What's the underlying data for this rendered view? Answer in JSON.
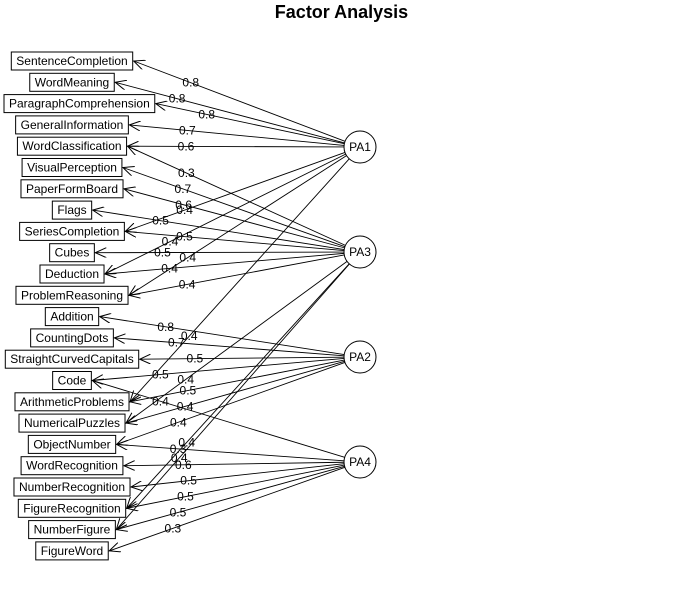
{
  "title": "Factor Analysis",
  "factors": [
    "PA1",
    "PA3",
    "PA2",
    "PA4"
  ],
  "variables": [
    "SentenceCompletion",
    "WordMeaning",
    "ParagraphComprehension",
    "GeneralInformation",
    "WordClassification",
    "VisualPerception",
    "PaperFormBoard",
    "Flags",
    "SeriesCompletion",
    "Cubes",
    "Deduction",
    "ProblemReasoning",
    "Addition",
    "CountingDots",
    "StraightCurvedCapitals",
    "Code",
    "ArithmeticProblems",
    "NumericalPuzzles",
    "ObjectNumber",
    "WordRecognition",
    "NumberRecognition",
    "FigureRecognition",
    "NumberFigure",
    "FigureWord"
  ],
  "loadings": [
    {
      "factor": "PA1",
      "variable": "SentenceCompletion",
      "value": "0.8"
    },
    {
      "factor": "PA1",
      "variable": "WordMeaning",
      "value": "0.8"
    },
    {
      "factor": "PA1",
      "variable": "ParagraphComprehension",
      "value": "0.8"
    },
    {
      "factor": "PA1",
      "variable": "GeneralInformation",
      "value": "0.7"
    },
    {
      "factor": "PA1",
      "variable": "WordClassification",
      "value": "0.6"
    },
    {
      "factor": "PA1",
      "variable": "SeriesCompletion",
      "value": "0.4"
    },
    {
      "factor": "PA1",
      "variable": "Deduction",
      "value": "0.4"
    },
    {
      "factor": "PA1",
      "variable": "ProblemReasoning",
      "value": "0.4"
    },
    {
      "factor": "PA1",
      "variable": "ArithmeticProblems",
      "value": "0.4"
    },
    {
      "factor": "PA3",
      "variable": "WordClassification",
      "value": "0.3"
    },
    {
      "factor": "PA3",
      "variable": "VisualPerception",
      "value": "0.7"
    },
    {
      "factor": "PA3",
      "variable": "PaperFormBoard",
      "value": "0.6"
    },
    {
      "factor": "PA3",
      "variable": "Flags",
      "value": "0.5"
    },
    {
      "factor": "PA3",
      "variable": "SeriesCompletion",
      "value": "0.5"
    },
    {
      "factor": "PA3",
      "variable": "Cubes",
      "value": "0.5"
    },
    {
      "factor": "PA3",
      "variable": "Deduction",
      "value": "0.4"
    },
    {
      "factor": "PA3",
      "variable": "ProblemReasoning",
      "value": "0.4"
    },
    {
      "factor": "PA3",
      "variable": "NumericalPuzzles",
      "value": "0.4"
    },
    {
      "factor": "PA3",
      "variable": "FigureRecognition",
      "value": "0.4"
    },
    {
      "factor": "PA3",
      "variable": "NumberFigure",
      "value": "0.4"
    },
    {
      "factor": "PA2",
      "variable": "Addition",
      "value": "0.8"
    },
    {
      "factor": "PA2",
      "variable": "CountingDots",
      "value": "0.7"
    },
    {
      "factor": "PA2",
      "variable": "StraightCurvedCapitals",
      "value": "0.5"
    },
    {
      "factor": "PA2",
      "variable": "Code",
      "value": "0.5"
    },
    {
      "factor": "PA2",
      "variable": "ArithmeticProblems",
      "value": "0.5"
    },
    {
      "factor": "PA2",
      "variable": "NumericalPuzzles",
      "value": "0.4"
    },
    {
      "factor": "PA2",
      "variable": "ObjectNumber",
      "value": "0.4"
    },
    {
      "factor": "PA4",
      "variable": "Code",
      "value": "0.4"
    },
    {
      "factor": "PA4",
      "variable": "ObjectNumber",
      "value": "0.3"
    },
    {
      "factor": "PA4",
      "variable": "WordRecognition",
      "value": "0.6"
    },
    {
      "factor": "PA4",
      "variable": "NumberRecognition",
      "value": "0.5"
    },
    {
      "factor": "PA4",
      "variable": "FigureRecognition",
      "value": "0.5"
    },
    {
      "factor": "PA4",
      "variable": "NumberFigure",
      "value": "0.5"
    },
    {
      "factor": "PA4",
      "variable": "FigureWord",
      "value": "0.3"
    }
  ]
}
